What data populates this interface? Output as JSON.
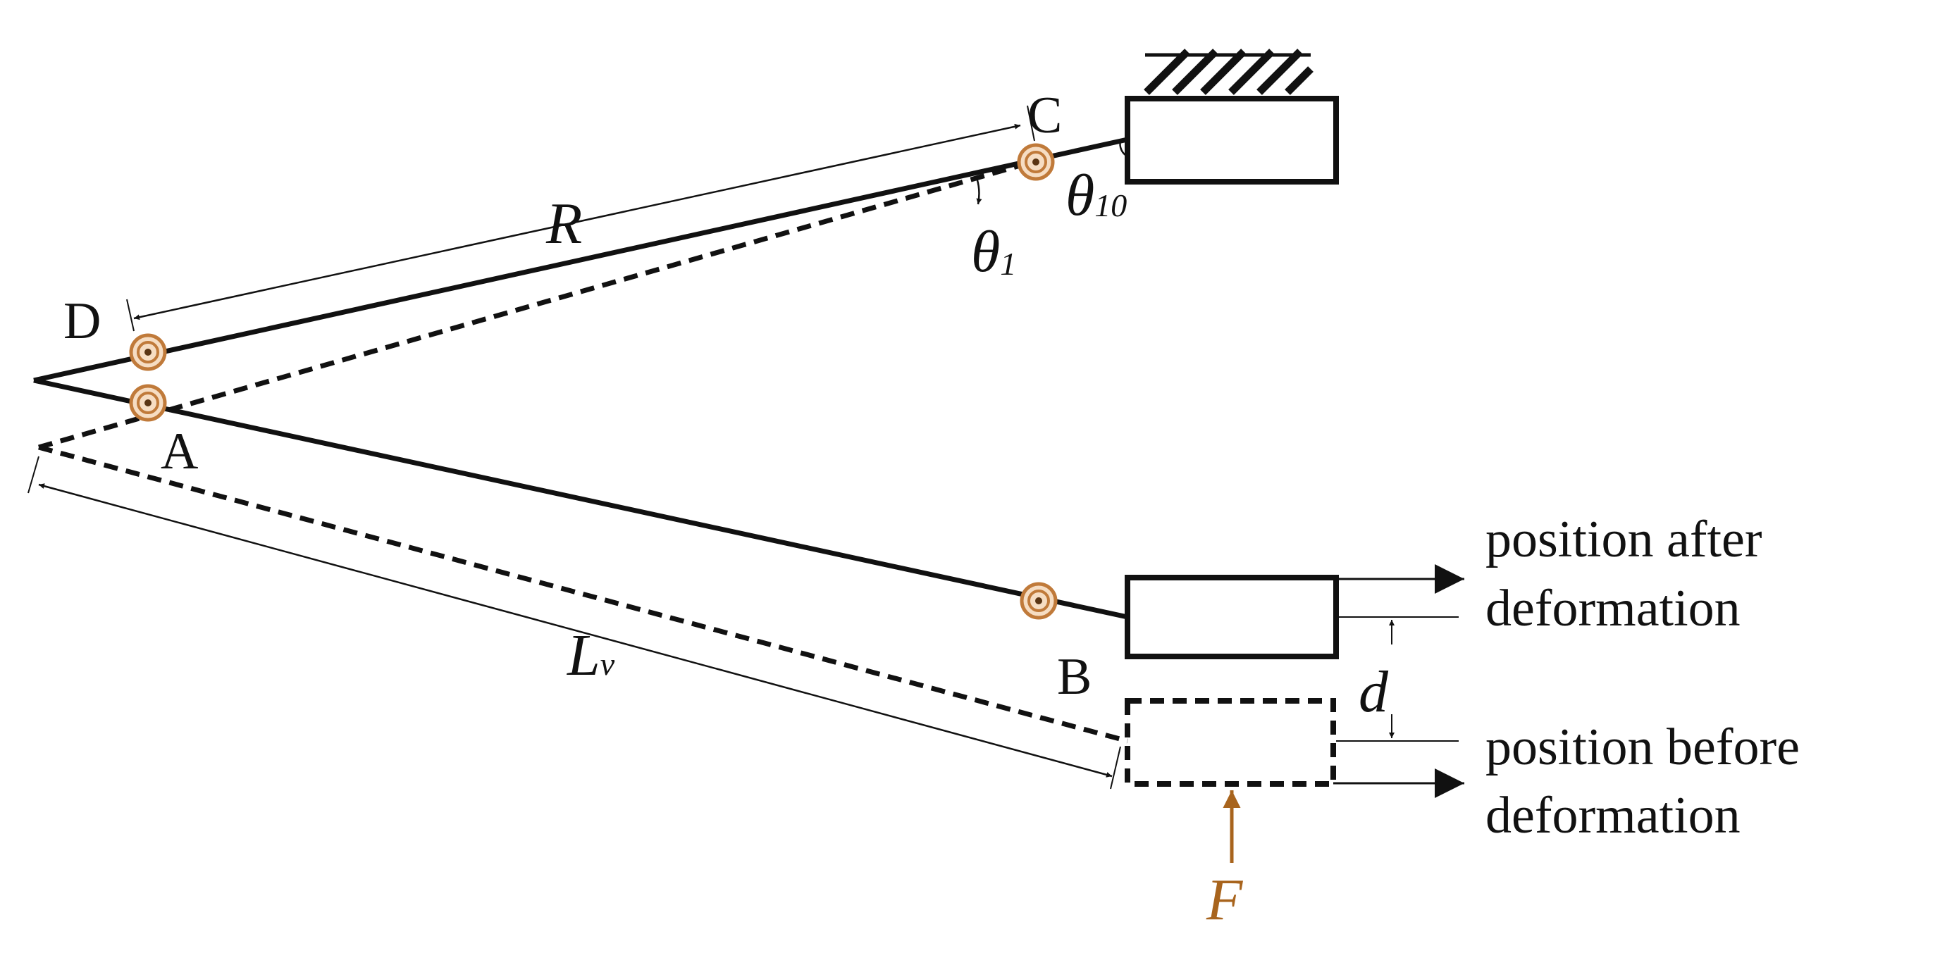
{
  "points": {
    "a": "A",
    "b": "B",
    "c": "C",
    "d": "D"
  },
  "symbols": {
    "R": "R",
    "L": "L",
    "L_sub": "v",
    "theta1": "θ",
    "theta1_sub": "1",
    "theta10": "θ",
    "theta10_sub": "10",
    "d": "d",
    "F": "F"
  },
  "legend": {
    "after_line1": "position after",
    "after_line2": "deformation",
    "before_line1": "position before",
    "before_line2": "deformation"
  },
  "colors": {
    "spring": "#c07a3a",
    "force": "#a8641d",
    "line": "#111111"
  }
}
